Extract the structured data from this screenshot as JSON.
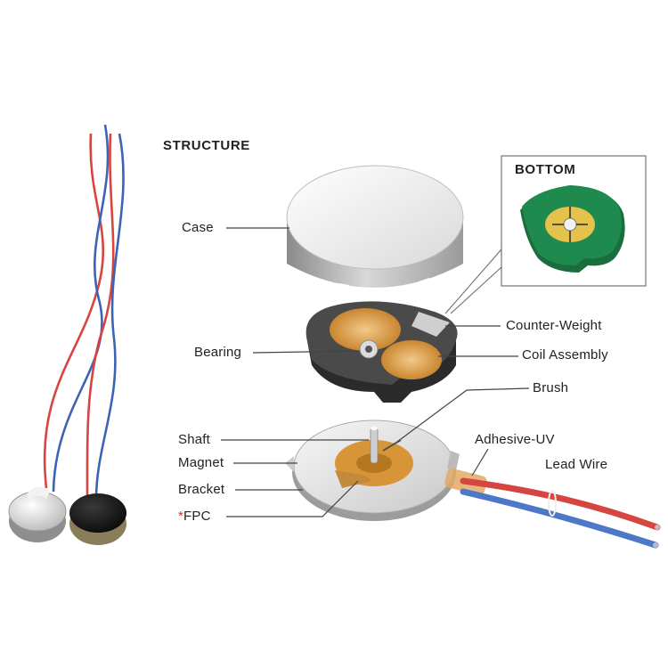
{
  "diagram": {
    "title": "STRUCTURE",
    "inset_title": "BOTTOM",
    "labels": {
      "case": "Case",
      "bearing": "Bearing",
      "counter_weight": "Counter-Weight",
      "coil_assembly": "Coil Assembly",
      "brush": "Brush",
      "shaft": "Shaft",
      "magnet": "Magnet",
      "bracket": "Bracket",
      "fpc_mark": "*",
      "fpc": "FPC",
      "adhesive_uv": "Adhesive-UV",
      "lead_wire": "Lead Wire"
    }
  },
  "colors": {
    "wire_red": "#d6453f",
    "wire_blue": "#3d63b8",
    "coil_orange": "#e0a34a",
    "pcb_green": "#1f8a4d",
    "label_text": "#222222"
  }
}
